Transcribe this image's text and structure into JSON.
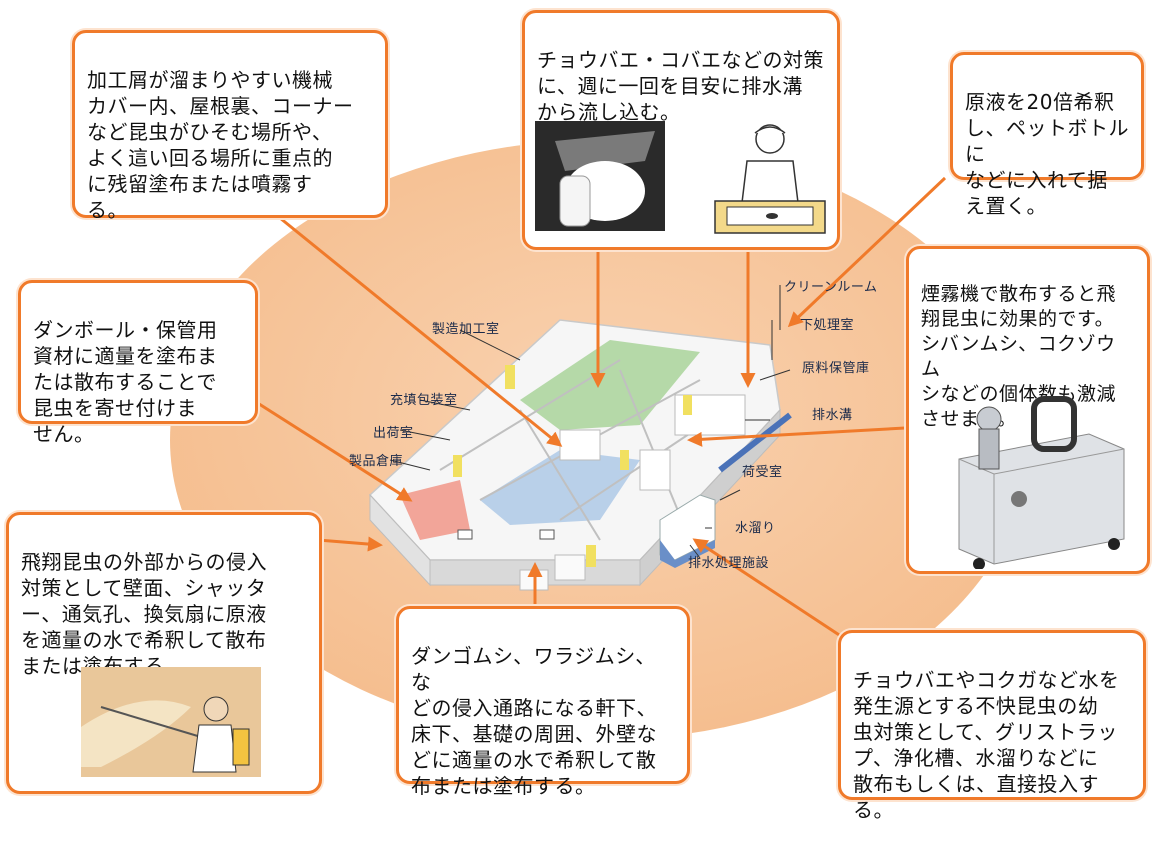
{
  "callouts": {
    "machine_cover": "加工屑が溜まりやすい機械\nカバー内、屋根裏、コーナー\nなど昆虫がひそむ場所や、\nよく這い回る場所に重点的\nに残留塗布または噴霧す\nる。",
    "drain_flush": "チョウバエ・コバエなどの対策\nに、週に一回を目安に排水溝\nから流し込む。",
    "dilute_20x": "原液を20倍希釈\nし、ペットボトルに\nなどに入れて据\nえ置く。",
    "cardboard": "ダンボール・保管用\n資材に適量を塗布ま\nたは散布することで\n昆虫を寄せ付けま\nせん。",
    "fogger": "煙霧機で散布すると飛\n翔昆虫に効果的です。\nシバンムシ、コクゾウム\nシなどの個体数も激減\nさせます。",
    "outdoor_entry": "飛翔昆虫の外部からの侵入\n対策として壁面、シャッタ\nー、通気孔、換気扇に原液\nを適量の水で希釈して散布\nまたは塗布する。",
    "ground_pests": "ダンゴムシ、ワラジムシ、な\nどの侵入通路になる軒下、\n床下、基礎の周囲、外壁な\nどに適量の水で希釈して散\n布または塗布する。",
    "water_larvae": "チョウバエやコクガなど水を\n発生源とする不快昆虫の幼\n虫対策として、グリストラッ\nプ、浄化槽、水溜りなどに\n散布もしくは、直接投入す\nる。"
  },
  "rooms": {
    "clean_room": "クリーンルーム",
    "pretreatment": "下処理室",
    "manufacturing": "製造加工室",
    "packing": "充填包装室",
    "shipping": "出荷室",
    "product_store": "製品倉庫",
    "raw_material": "原料保管庫",
    "drain": "排水溝",
    "receiving": "荷受室",
    "puddle": "水溜り",
    "wastewater": "排水処理施設"
  },
  "colors": {
    "accent": "#f07a2a",
    "blob": "#f8c9a0",
    "building": "#f2f2f2",
    "green_area": "#a9d39a",
    "blue_area": "#aac7e6",
    "red_area": "#f08a7a",
    "yellow_mark": "#f1e060"
  }
}
